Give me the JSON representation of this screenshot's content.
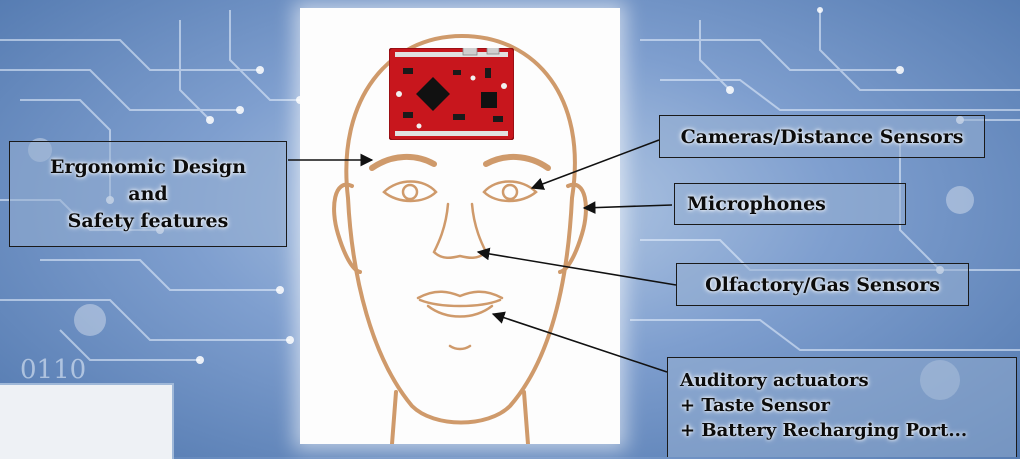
{
  "labels": {
    "ergonomic": [
      "Ergonomic Design",
      "and",
      "Safety features"
    ],
    "cameras": "Cameras/Distance Sensors",
    "microphones": "Microphones",
    "olfactory": "Olfactory/Gas Sensors",
    "auditory": [
      "Auditory actuators",
      "+ Taste Sensor",
      "+ Battery Recharging Port..."
    ]
  },
  "background_text": "0110",
  "colors": {
    "face_line": "#cf9a6b",
    "label_border": "#1a1a1a",
    "circuit": "#e9f2ff",
    "pcb": "#c8161d"
  }
}
